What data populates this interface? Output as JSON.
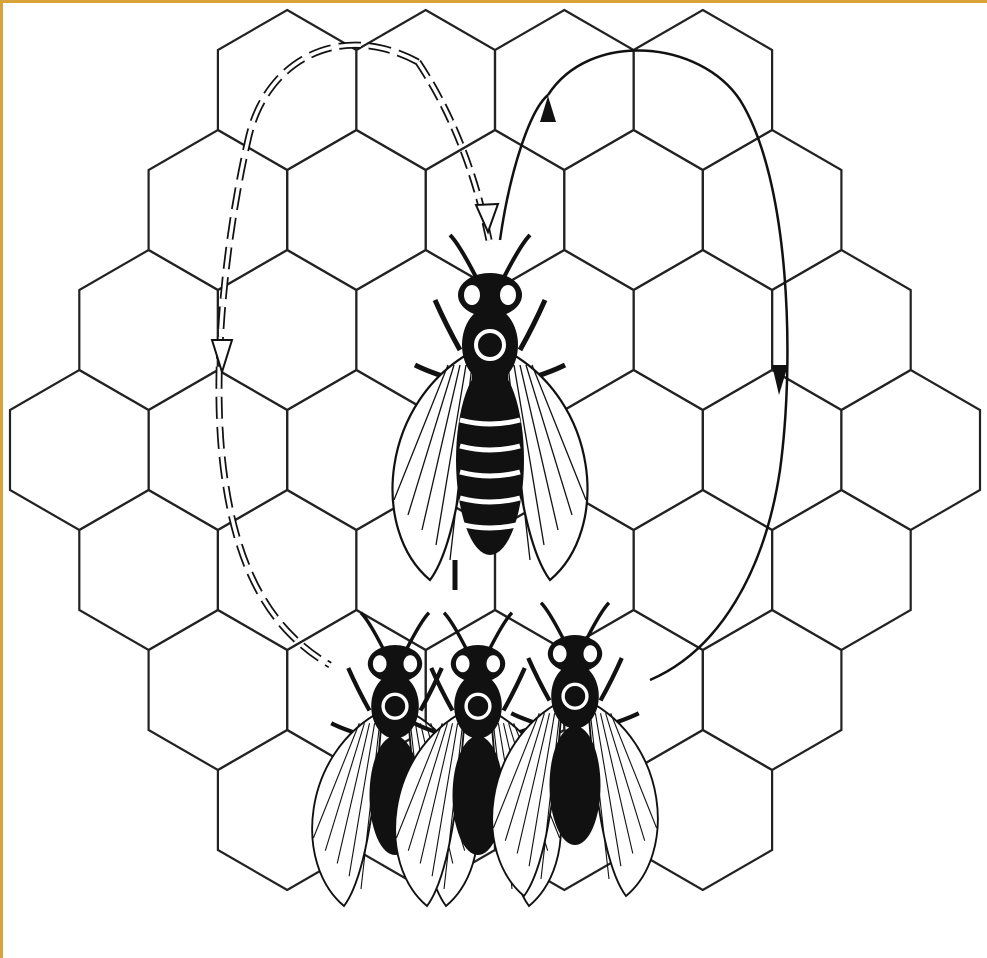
{
  "illustration": {
    "subject": "honeybee-waggle-dance",
    "frame_color": "#d9a33a",
    "ink_color": "#111111",
    "paper_color": "#ffffff",
    "dancer_count": 1,
    "follower_count": 3
  }
}
